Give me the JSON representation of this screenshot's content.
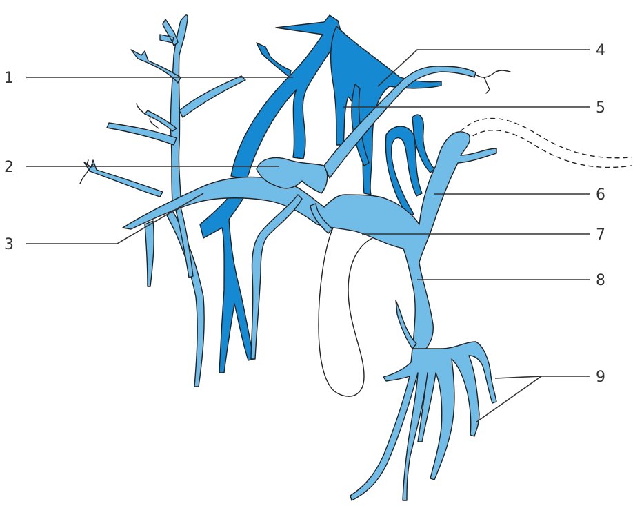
{
  "colors": {
    "light_vessel": "#72bce8",
    "dark_vessel": "#1689d3",
    "outline": "#222222",
    "leader_line": "#333333",
    "background": "#ffffff"
  },
  "labels": [
    {
      "id": "label-1",
      "text": "1"
    },
    {
      "id": "label-2",
      "text": "2"
    },
    {
      "id": "label-3",
      "text": "3"
    },
    {
      "id": "label-4",
      "text": "4"
    },
    {
      "id": "label-5",
      "text": "5"
    },
    {
      "id": "label-6",
      "text": "6"
    },
    {
      "id": "label-7",
      "text": "7"
    },
    {
      "id": "label-8",
      "text": "8"
    },
    {
      "id": "label-9",
      "text": "9"
    }
  ]
}
